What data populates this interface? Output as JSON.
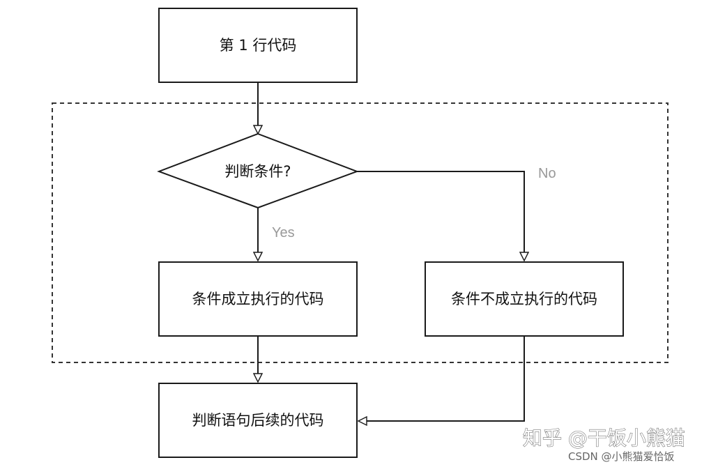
{
  "nodes": {
    "line1": "第 1 行代码",
    "condition": "判断条件?",
    "true_branch": "条件成立执行的代码",
    "false_branch": "条件不成立执行的代码",
    "after": "判断语句后续的代码"
  },
  "edge_labels": {
    "yes": "Yes",
    "no": "No"
  },
  "watermark": {
    "main": "知乎 @干饭小熊猫",
    "sub": "CSDN @小熊猫爱恰饭"
  },
  "colors": {
    "stroke": "#1a1a1a",
    "edge_label": "#999999",
    "background": "#ffffff"
  }
}
